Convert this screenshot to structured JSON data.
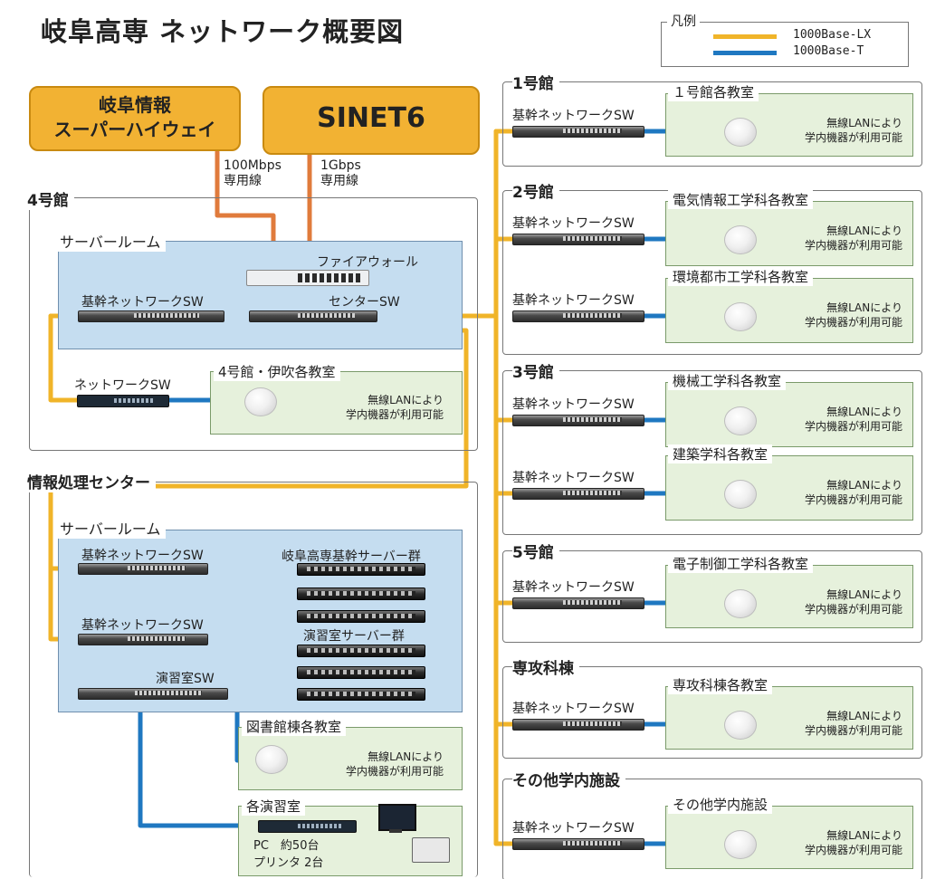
{
  "title": "岐阜高専 ネットワーク概要図",
  "legend": {
    "title": "凡例",
    "items": [
      {
        "label": "1000Base-LX",
        "color": "#f0b429"
      },
      {
        "label": "1000Base-T",
        "color": "#1f78c1"
      }
    ]
  },
  "external": {
    "gifu": "岐阜情報\nスーパーハイウェイ",
    "sinet": "SINET6",
    "line1": "100Mbps\n専用線",
    "line2": "1Gbps\n専用線"
  },
  "common": {
    "backbone_sw": "基幹ネットワークSW",
    "wireless": "無線LANにより\n学内機器が利用可能",
    "server_room": "サーバールーム"
  },
  "bldg4": {
    "title": "4号館",
    "firewall": "ファイアウォール",
    "backbone_sw": "基幹ネットワークSW",
    "center_sw": "センターSW",
    "network_sw": "ネットワークSW",
    "room": "4号館・伊吹各教室"
  },
  "info_center": {
    "title": "情報処理センター",
    "backbone_sw1": "基幹ネットワークSW",
    "backbone_sw2": "基幹ネットワークSW",
    "servers1": "岐阜高専基幹サーバー群",
    "servers2": "演習室サーバー群",
    "lab_sw": "演習室SW",
    "library": "図書館棟各教室",
    "labs": "各演習室",
    "pc": "PC　約50台",
    "printer": "プリンタ 2台"
  },
  "buildings": [
    {
      "title": "1号館",
      "rooms": [
        "１号館各教室"
      ]
    },
    {
      "title": "2号館",
      "rooms": [
        "電気情報工学科各教室",
        "環境都市工学科各教室"
      ]
    },
    {
      "title": "3号館",
      "rooms": [
        "機械工学科各教室",
        "建築学科各教室"
      ]
    },
    {
      "title": "5号館",
      "rooms": [
        "電子制御工学科各教室"
      ]
    },
    {
      "title": "専攻科棟",
      "rooms": [
        "専攻科棟各教室"
      ]
    },
    {
      "title": "その他学内施設",
      "rooms": [
        "その他学内施設"
      ]
    }
  ],
  "colors": {
    "lx": "#f0b429",
    "t": "#1f78c1",
    "wan": "#e07b3c"
  }
}
